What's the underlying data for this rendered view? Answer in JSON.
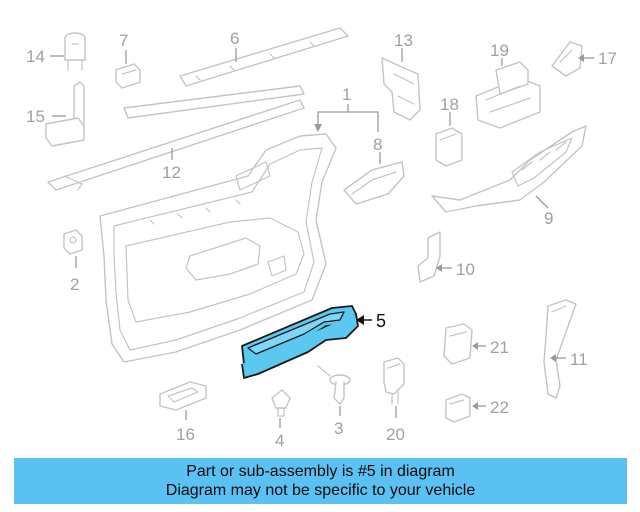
{
  "diagram": {
    "callouts": {
      "c1": "1",
      "c2": "2",
      "c3": "3",
      "c4": "4",
      "c5": "5",
      "c6": "6",
      "c7": "7",
      "c8": "8",
      "c9": "9",
      "c10": "10",
      "c11": "11",
      "c12": "12",
      "c13": "13",
      "c14": "14",
      "c15": "15",
      "c16": "16",
      "c17": "17",
      "c18": "18",
      "c19": "19",
      "c20": "20",
      "c21": "21",
      "c22": "22"
    },
    "highlighted_part": "5",
    "colors": {
      "highlight": "#5bc8f0",
      "line_art": "#c4c4c4",
      "caption_bg": "#5ac1f2"
    }
  },
  "caption": {
    "line1": "Part or sub-assembly is #5 in diagram",
    "line2": "Diagram may not be specific to your vehicle"
  }
}
